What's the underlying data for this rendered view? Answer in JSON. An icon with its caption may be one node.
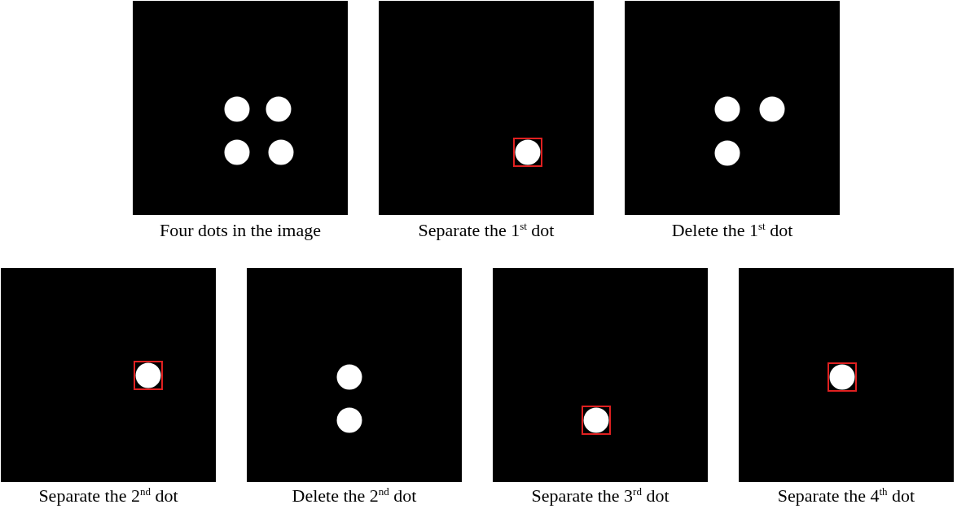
{
  "diagram": {
    "labels": [
      "Four dots in the image",
      "Separate the 1$^{st}$ dot",
      "Delete the 1$^{st}$ dot",
      "Separate the 2$^{nd}$ dot",
      "Delete the 2$^{nd}$ dot",
      "Separate the 3$^{rd}$ dot",
      "Separate the 4$^{th}$ dot"
    ]
  }
}
